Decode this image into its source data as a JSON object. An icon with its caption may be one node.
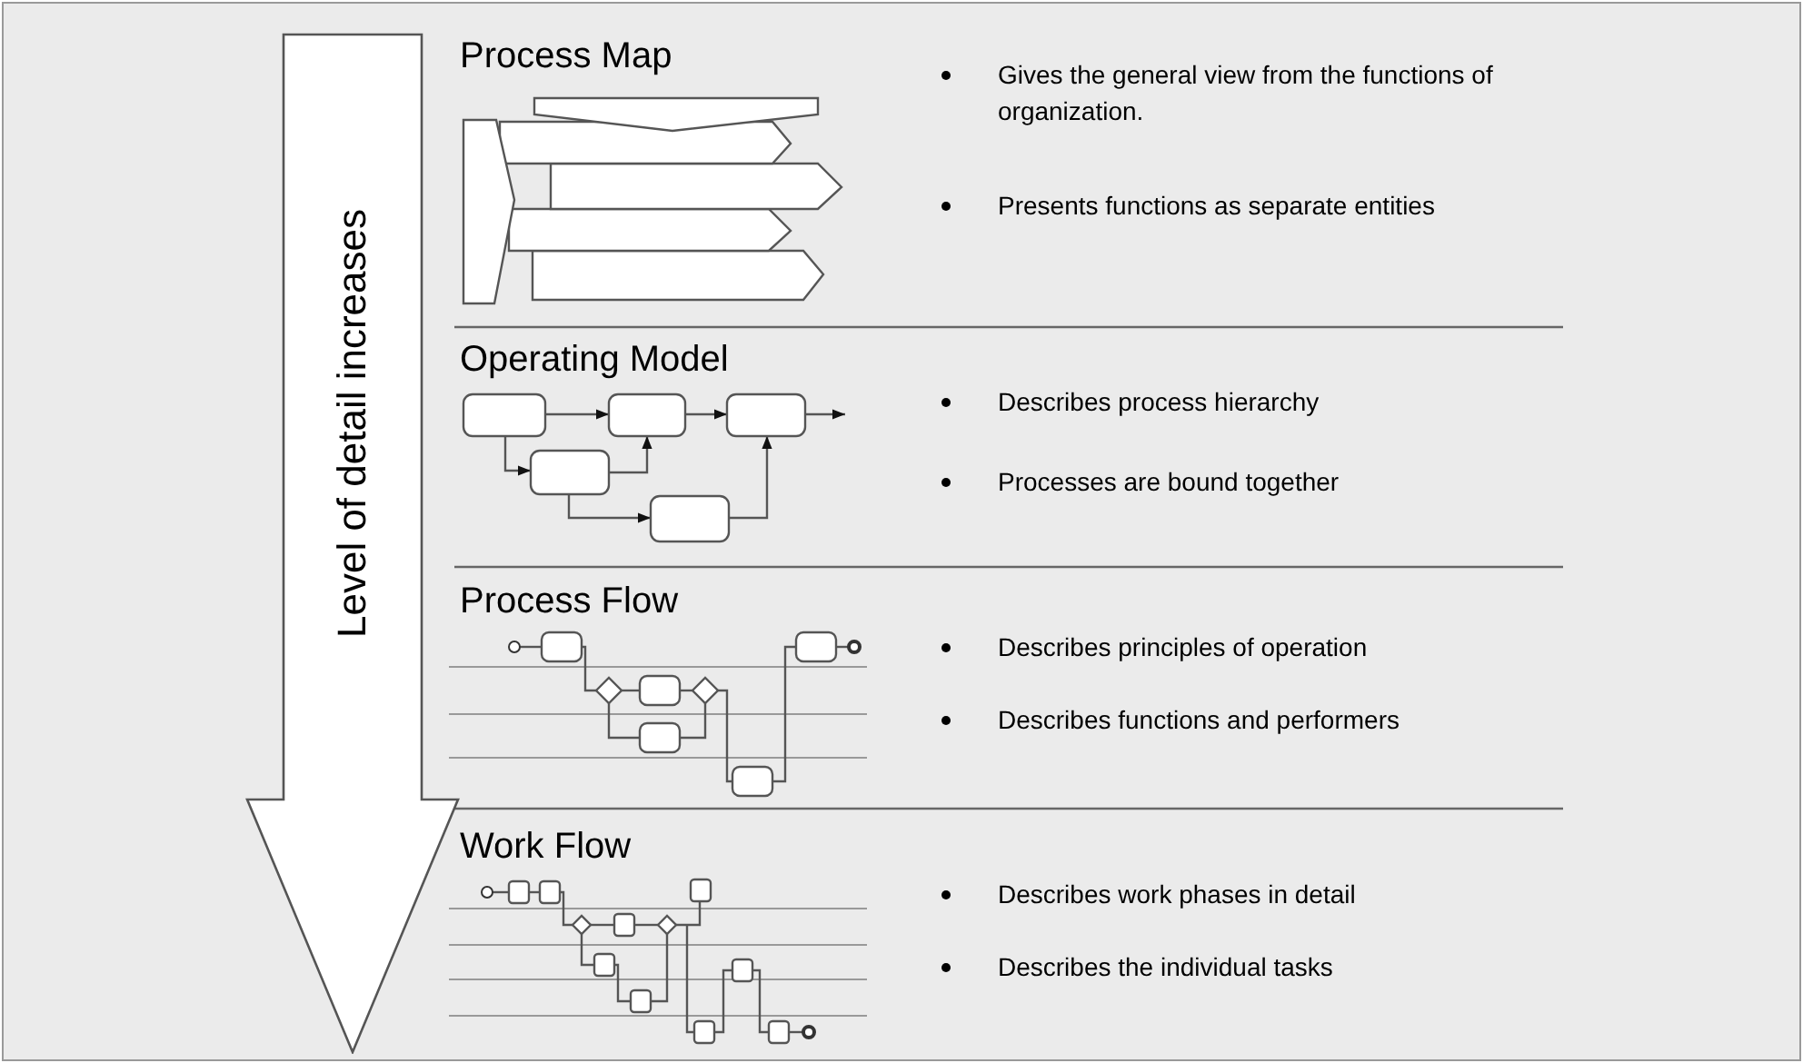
{
  "diagram": {
    "nodes": [
      {
        "text": [
          "Level of detail increases"
        ]
      }
    ],
    "edges": [],
    "labels": [
      "Process Map",
      "Gives the general view from the functions of organization.",
      "Presents functions as separate entities",
      "Operating Model",
      "Describes process hierarchy",
      "Processes are bound together",
      "Process Flow",
      "Describes principles of operation",
      "Describes functions and performers",
      "Work Flow",
      "Describes work phases in detail",
      "Describes the individual tasks"
    ]
  }
}
